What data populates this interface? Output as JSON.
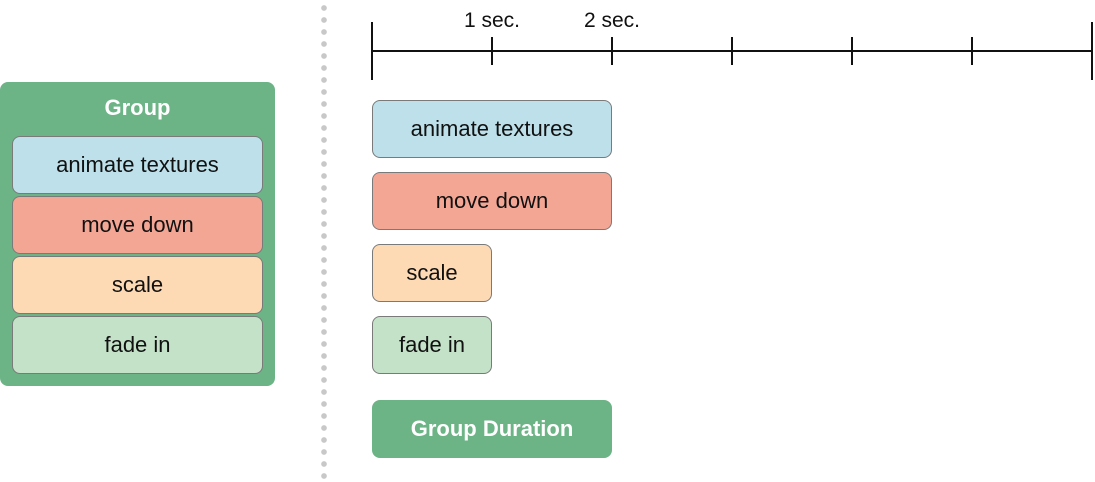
{
  "group": {
    "title": "Group",
    "background_color": "#6cb386",
    "items": [
      {
        "label": "animate textures",
        "color": "#bde0ea"
      },
      {
        "label": "move down",
        "color": "#f4a695"
      },
      {
        "label": "scale",
        "color": "#fdd9b4"
      },
      {
        "label": "fade in",
        "color": "#c4e2c8"
      }
    ]
  },
  "timeline": {
    "tick_labels": [
      {
        "second": 1,
        "label": "1 sec."
      },
      {
        "second": 2,
        "label": "2 sec."
      }
    ],
    "tick_count": 7,
    "max_seconds": 6
  },
  "bars": [
    {
      "label": "animate textures",
      "duration_seconds": 2,
      "color": "#bde0ea"
    },
    {
      "label": "move down",
      "duration_seconds": 2,
      "color": "#f4a695"
    },
    {
      "label": "scale",
      "duration_seconds": 1,
      "color": "#fdd9b4"
    },
    {
      "label": "fade in",
      "duration_seconds": 1,
      "color": "#c4e2c8"
    }
  ],
  "group_duration": {
    "label": "Group Duration",
    "duration_seconds": 2,
    "color": "#6cb386"
  }
}
